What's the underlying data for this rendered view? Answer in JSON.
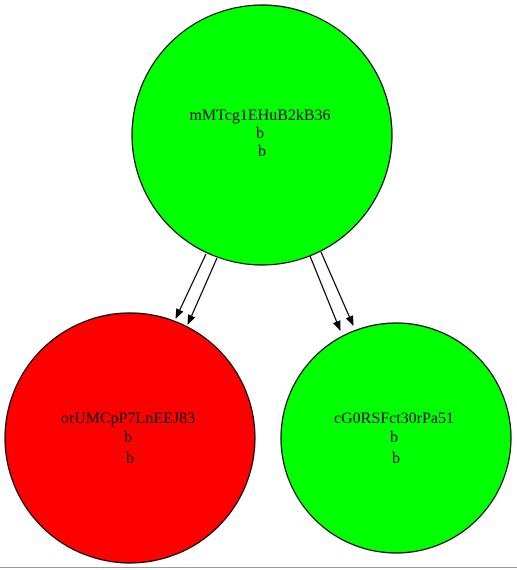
{
  "graph": {
    "nodes": [
      {
        "id": "n0",
        "lines": [
          "mMTcg1EHuB2kB36",
          "b",
          "b"
        ],
        "fill": "#00ff00"
      },
      {
        "id": "n1",
        "lines": [
          "orUMCpP7LnEEJ83",
          "b",
          "b"
        ],
        "fill": "#ff0000"
      },
      {
        "id": "n2",
        "lines": [
          "cG0RSFct30rPa51",
          "b",
          "b"
        ],
        "fill": "#00ff00"
      }
    ],
    "edges": [
      {
        "from": "n0",
        "to": "n1",
        "count": 2
      },
      {
        "from": "n0",
        "to": "n2",
        "count": 2
      }
    ],
    "colors": {
      "stroke": "#000000",
      "green": "#00ff00",
      "red": "#ff0000"
    }
  }
}
